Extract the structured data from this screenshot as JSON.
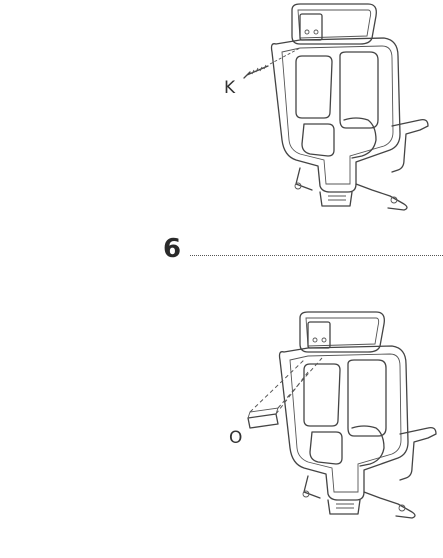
{
  "step": {
    "number": "6"
  },
  "parts": {
    "screw_label": "K",
    "cover_label": "O"
  },
  "figures": [
    {
      "name": "chair-with-screw-k",
      "icon": "office-chair-back-view"
    },
    {
      "name": "chair-with-cover-o",
      "icon": "office-chair-back-view"
    }
  ]
}
